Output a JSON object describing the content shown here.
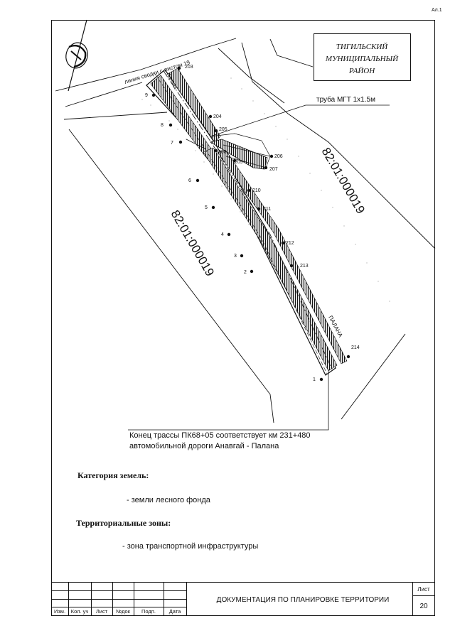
{
  "corner_mark": "Ал.1",
  "district_box": {
    "line1": "ТИГИЛЬСКИЙ",
    "line2": "МУНИЦИПАЛЬНЫЙ",
    "line3": "РАЙОН"
  },
  "pipe_label": "труба МГТ 1х1.5м",
  "match_line_label": "линия сводки с листом 19",
  "cadastral_right": "82:01:000019",
  "cadastral_left": "82:01:000019",
  "road_label_top": "Палана",
  "road_label_bottom": "ПАЛАНА",
  "road_end_note": {
    "line1": "Конец трассы ПК68+05 соответствует км 231+480",
    "line2": "автомобильной дороги Анавгай - Палана"
  },
  "land": {
    "category_heading": "Категория земель:",
    "category_value": "- земли лесного фонда",
    "zones_heading": "Территориальные зоны:",
    "zones_value": "- зона транспортной инфраструктуры"
  },
  "stamp": {
    "document_title": "ДОКУМЕНТАЦИЯ ПО ПЛАНИРОВКЕ ТЕРРИТОРИИ",
    "sheet_label": "Лист",
    "sheet_number": "20",
    "columns": [
      "Изм.",
      "Кол. уч",
      "Лист",
      "№док",
      "Подп.",
      "Дата"
    ]
  },
  "points_left": [
    "9",
    "8",
    "7",
    "6",
    "5",
    "4",
    "3",
    "2",
    "1"
  ],
  "points_right": [
    "203",
    "204",
    "205",
    "206",
    "207",
    "208",
    "209",
    "210",
    "211",
    "212",
    "213",
    "214"
  ]
}
